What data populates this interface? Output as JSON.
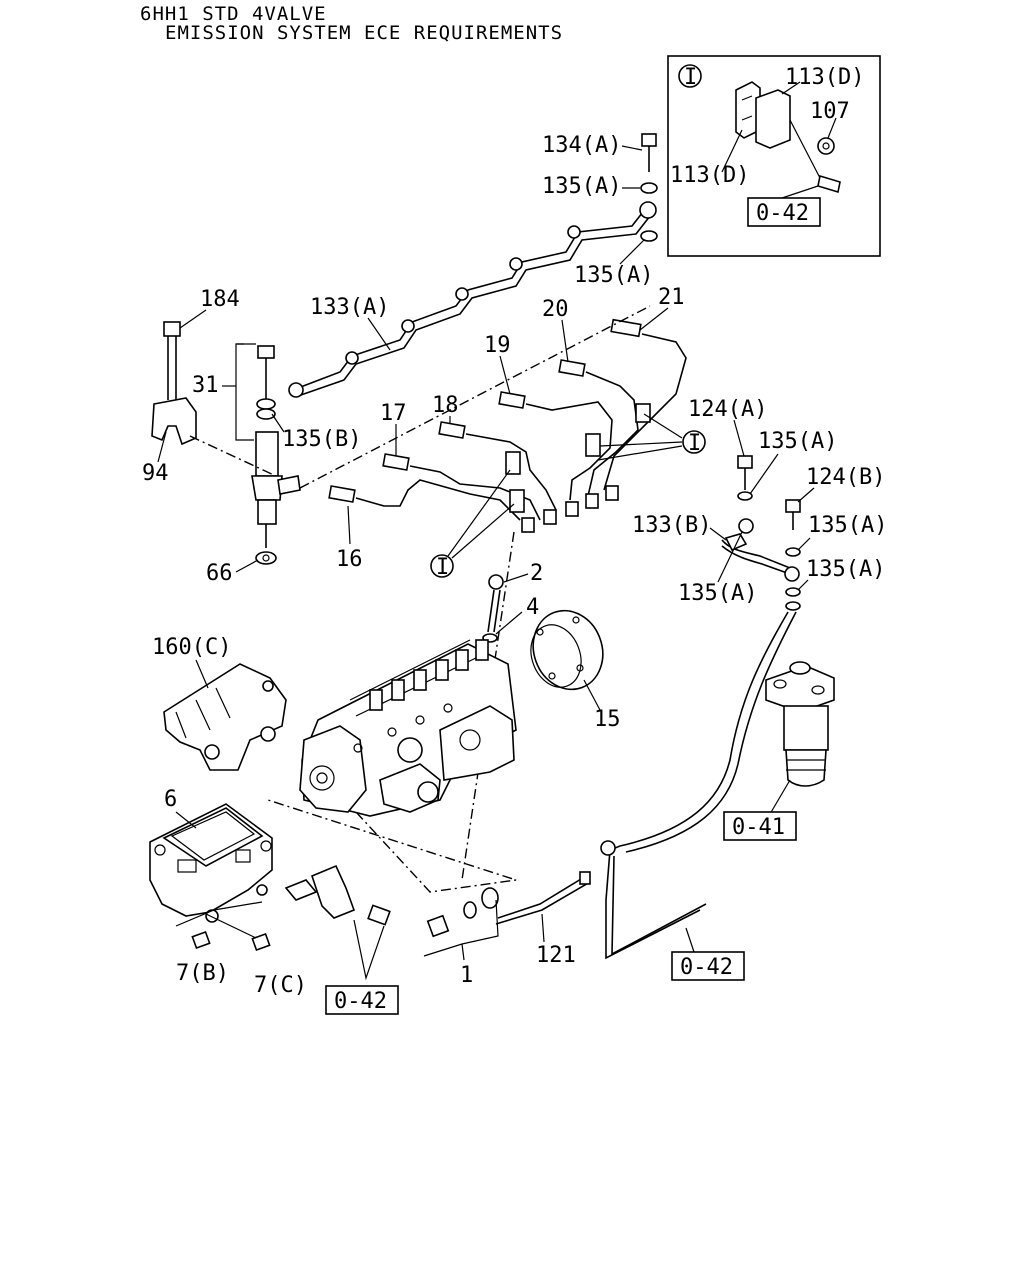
{
  "header": {
    "line1": "6HH1 STD 4VALVE",
    "line2": "EMISSION SYSTEM ECE REQUIREMENTS"
  },
  "inset": {
    "marker": "I",
    "ref": "0-42",
    "parts": [
      "113(D)",
      "107",
      "113(D)"
    ]
  },
  "callouts": {
    "c134a": "134(A)",
    "c135a_1": "135(A)",
    "c135a_2": "135(A)",
    "c133a": "133(A)",
    "c184": "184",
    "c31": "31",
    "c135b": "135(B)",
    "c94": "94",
    "c66": "66",
    "c16": "16",
    "c17": "17",
    "c18": "18",
    "c19": "19",
    "c20": "20",
    "c21": "21",
    "c124a": "124(A)",
    "c135a_3": "135(A)",
    "c124b": "124(B)",
    "c133b": "133(B)",
    "c135a_4": "135(A)",
    "c135a_5": "135(A)",
    "c135a_6": "135(A)",
    "c2": "2",
    "c4": "4",
    "c15": "15",
    "c160c": "160(C)",
    "c6": "6",
    "c7b": "7(B)",
    "c7c": "7(C)",
    "c1": "1",
    "c121": "121"
  },
  "markers": {
    "m1": "I",
    "m2": "I"
  },
  "refs": {
    "r041": "0-41",
    "r042a": "0-42",
    "r042b": "0-42"
  }
}
